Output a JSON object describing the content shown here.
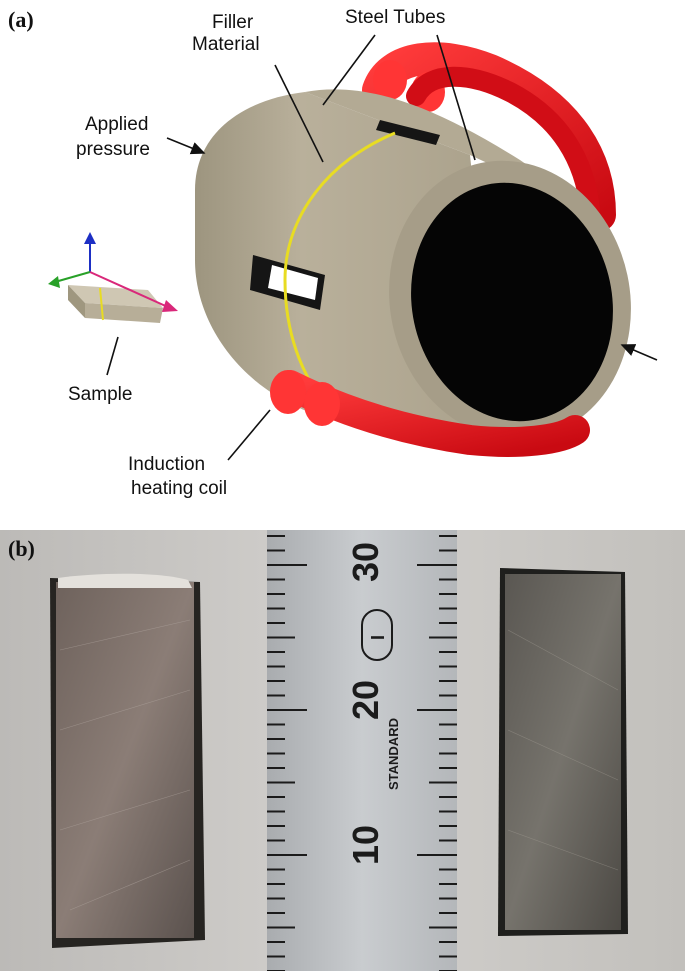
{
  "panel_a": {
    "label": "(a)",
    "labels": {
      "filler_line1": "Filler",
      "filler_line2": "Material",
      "steel_tubes": "Steel Tubes",
      "applied_line1": "Applied",
      "applied_line2": "pressure",
      "sample": "Sample",
      "coil_line1": "Induction",
      "coil_line2": "heating coil"
    },
    "colors": {
      "tube": "#b7ae98",
      "coil": "#e0141c",
      "filler": "#e8dc22"
    }
  },
  "panel_b": {
    "label": "(b)",
    "ruler": {
      "brand": "STANDARD",
      "numbers": [
        "10",
        "20",
        "30"
      ],
      "logo": "I"
    }
  }
}
